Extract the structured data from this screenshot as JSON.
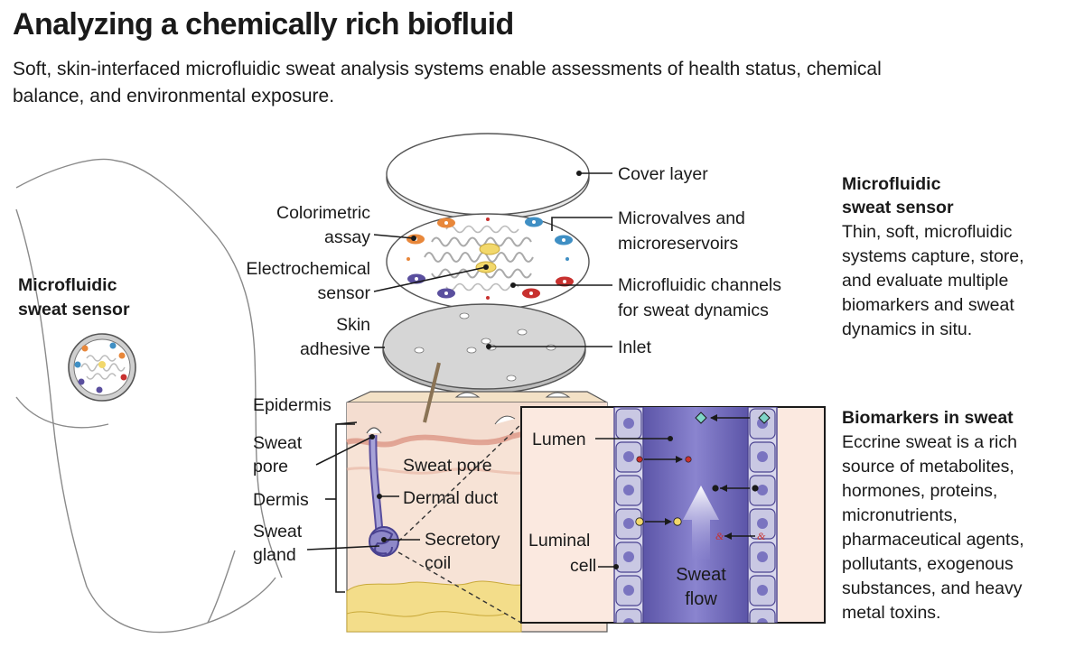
{
  "header": {
    "title": "Analyzing a chemically rich biofluid",
    "subtitle": "Soft, skin-interfaced microfluidic sweat analysis systems enable assessments of health status, chemical balance, and environmental exposure."
  },
  "arm": {
    "label_line1": "Microfluidic",
    "label_line2": "sweat sensor"
  },
  "layers": {
    "cover": "Cover layer",
    "microvalves_1": "Microvalves and",
    "microvalves_2": "microreservoirs",
    "channels_1": "Microfluidic channels",
    "channels_2": "for sweat dynamics",
    "inlet": "Inlet",
    "colorimetric_1": "Colorimetric",
    "colorimetric_2": "assay",
    "electrochem_1": "Electrochemical",
    "electrochem_2": "sensor",
    "adhesive_1": "Skin",
    "adhesive_2": "adhesive"
  },
  "skin": {
    "epidermis": "Epidermis",
    "sweat_pore_1": "Sweat",
    "sweat_pore_2": "pore",
    "dermis": "Dermis",
    "gland_1": "Sweat",
    "gland_2": "gland",
    "sweat_pore_inner": "Sweat pore",
    "dermal_duct": "Dermal duct",
    "coil_1": "Secretory",
    "coil_2": "coil"
  },
  "inset": {
    "lumen": "Lumen",
    "luminal_1": "Luminal",
    "luminal_2": "cell",
    "flow_1": "Sweat",
    "flow_2": "flow"
  },
  "sidebar": {
    "sensor_heading_1": "Microfluidic",
    "sensor_heading_2": "sweat sensor",
    "sensor_text": [
      "Thin, soft, microfluidic",
      "systems capture, store,",
      "and evaluate multiple",
      "biomarkers and sweat",
      "dynamics in situ."
    ],
    "bio_heading": "Biomarkers in sweat",
    "bio_text": [
      "Eccrine sweat is a rich",
      "source of metabolites,",
      "hormones, proteins,",
      "micronutrients,",
      "pharmaceutical agents,",
      "pollutants, exogenous",
      "substances, and heavy",
      "metal toxins."
    ]
  },
  "colors": {
    "orange": "#e8873a",
    "blue": "#3f8fc4",
    "purple": "#5a4f9e",
    "red": "#c8312f",
    "yellow": "#f2d86b",
    "skin": "#f7e3d6",
    "dermis": "#f3d2c4",
    "fat": "#f3dd8a",
    "lumen": "#6a64b5",
    "cell": "#c9c8e3"
  }
}
